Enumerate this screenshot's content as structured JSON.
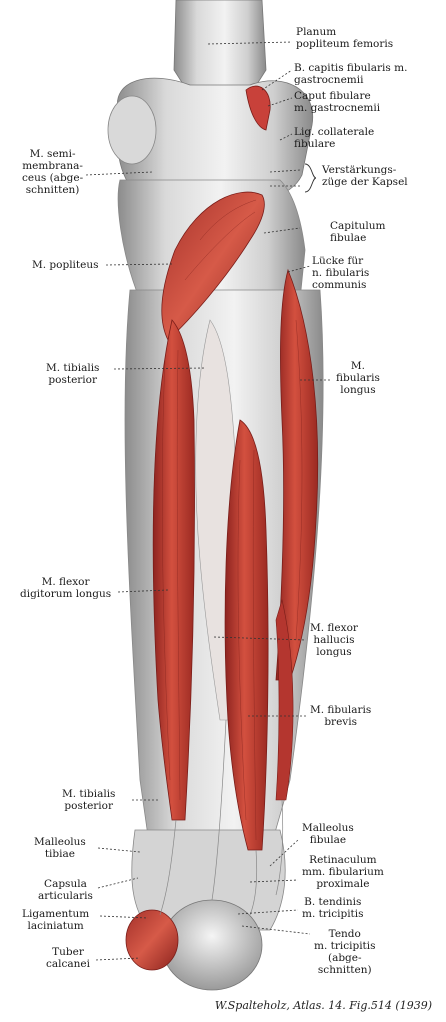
{
  "labels": {
    "planum_popliteum": [
      "Planum",
      "popliteum femoris"
    ],
    "b_capitis_fibularis": [
      "B. capitis fibularis m.",
      "gastrocnemii"
    ],
    "caput_fibulare": [
      "Caput fibulare",
      "m. gastrocnemii"
    ],
    "lig_collaterale": [
      "Lig. collaterale",
      "fibulare"
    ],
    "verstaerkungszuege": [
      "Verstärkungs-",
      "züge der Kapsel"
    ],
    "m_semimembranaceus": [
      "M. semi-",
      "membrana-",
      "ceus (abge-",
      "schnitten)"
    ],
    "capitulum_fibulae": [
      "Capitulum",
      "fibulae"
    ],
    "m_popliteus": [
      "M. popliteus"
    ],
    "luecke": [
      "Lücke für",
      "n. fibularis",
      "communis"
    ],
    "m_tibialis_posterior_top": [
      "M. tibialis",
      "posterior"
    ],
    "m_fibularis_longus": [
      "M.",
      "fibularis",
      "longus"
    ],
    "m_flexor_digitorum": [
      "M. flexor",
      "digitorum longus"
    ],
    "m_flexor_hallucis": [
      "M. flexor",
      "hallucis",
      "longus"
    ],
    "m_fibularis_brevis": [
      "M. fibularis",
      "brevis"
    ],
    "m_tibialis_posterior_bottom": [
      "M. tibialis",
      "posterior"
    ],
    "malleolus_fibulae": [
      "Malleolus",
      "fibulae"
    ],
    "malleolus_tibiae": [
      "Malleolus",
      "tibiae"
    ],
    "retinaculum": [
      "Retinaculum",
      "mm. fibularium",
      "proximale"
    ],
    "capsula_articularis": [
      "Capsula",
      "articularis"
    ],
    "b_tendinis": [
      "B. tendinis",
      "m. tricipitis"
    ],
    "ligamentum_laciniatum": [
      "Ligamentum",
      "laciniatum"
    ],
    "tendo_tricipitis": [
      "Tendo",
      "m. tricipitis",
      "(abge-",
      "schnitten)"
    ],
    "tuber_calcanei": [
      "Tuber",
      "calcanei"
    ]
  },
  "credit": "W.Spalteholz, Atlas. 14. Fig.514 (1939)",
  "colors": {
    "muscle": "#c8413a",
    "muscle_dark": "#8e2420",
    "bone": "#e4e4e4",
    "bone_shadow": "#9a9a9a"
  }
}
